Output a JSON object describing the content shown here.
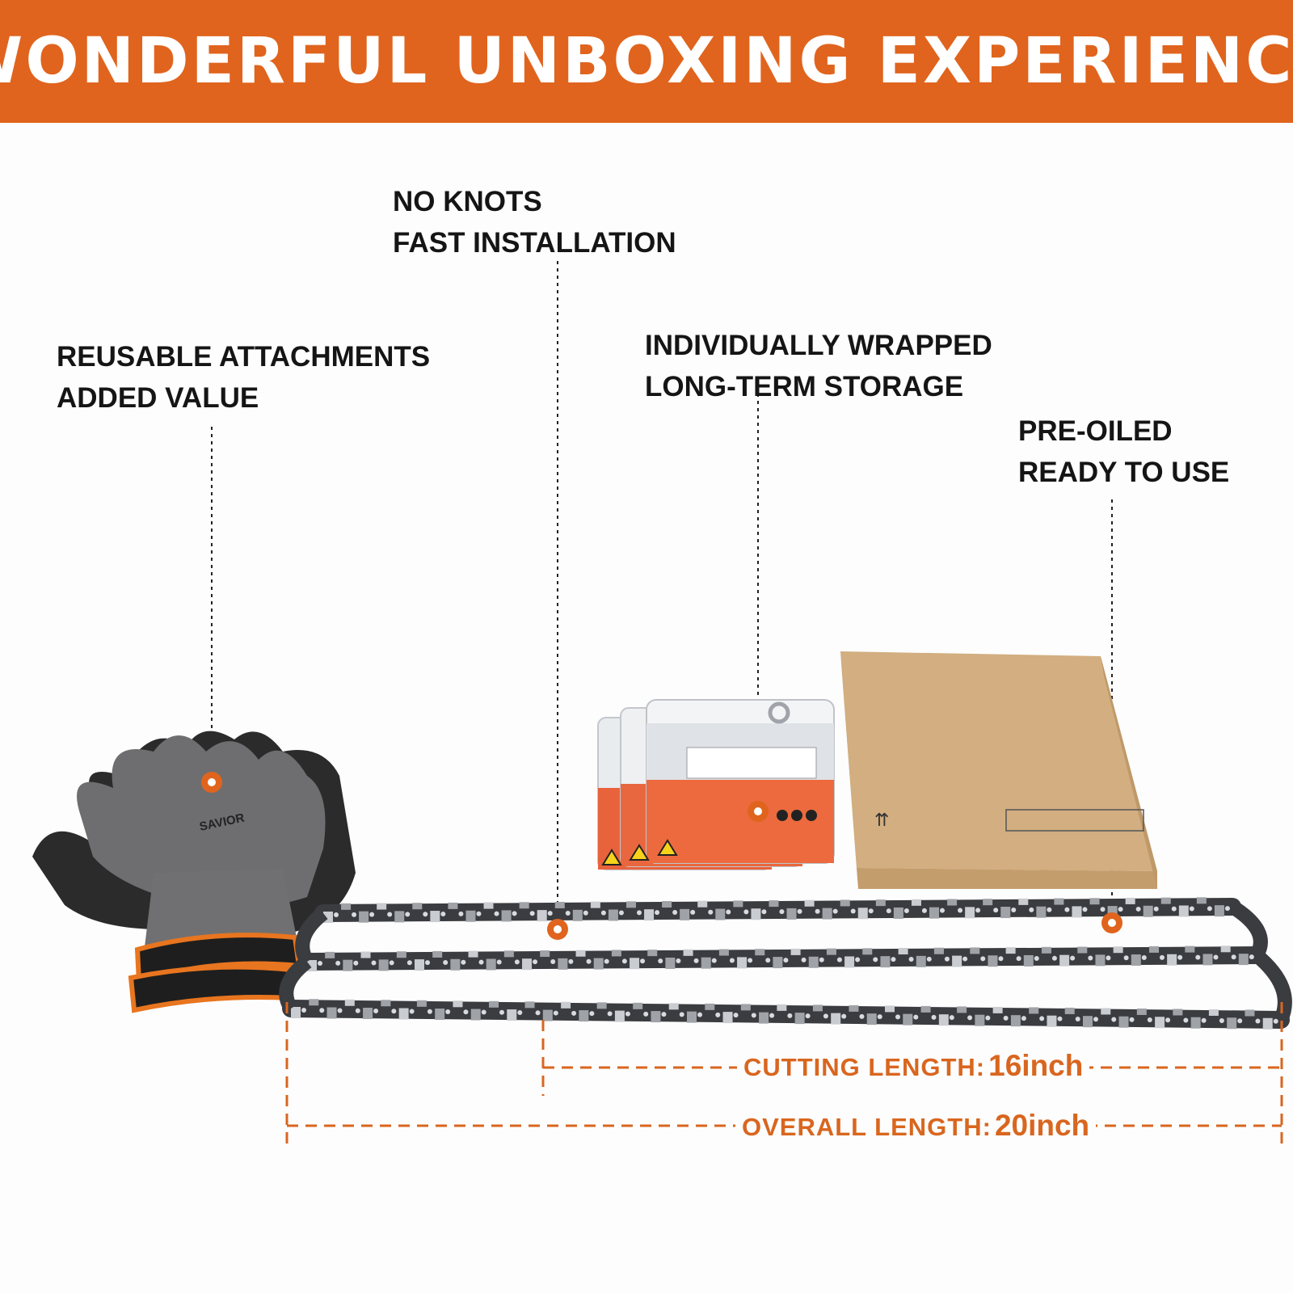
{
  "banner": {
    "title": "WONDERFUL UNBOXING EXPERIENCE",
    "color": "#e0641d"
  },
  "callouts": [
    {
      "id": "gloves",
      "line1": "REUSABLE ATTACHMENTS",
      "line2": "ADDED VALUE"
    },
    {
      "id": "chain-knots",
      "line1": "NO KNOTS",
      "line2": "FAST INSTALLATION"
    },
    {
      "id": "wrapped",
      "line1": "INDIVIDUALLY WRAPPED",
      "line2": "LONG-TERM STORAGE"
    },
    {
      "id": "oiled",
      "line1": "PRE-OILED",
      "line2": "READY TO USE"
    }
  ],
  "dimensions": {
    "cutting": {
      "label": "CUTTING LENGTH:",
      "value": "16inch"
    },
    "overall": {
      "label": "OVERALL LENGTH:",
      "value": "20inch"
    }
  },
  "products": {
    "glove_brand": "SAVIOR"
  },
  "colors": {
    "accent": "#e0641d",
    "text": "#151515",
    "dimension_text": "#d9661f",
    "box": "#cfab7e"
  }
}
